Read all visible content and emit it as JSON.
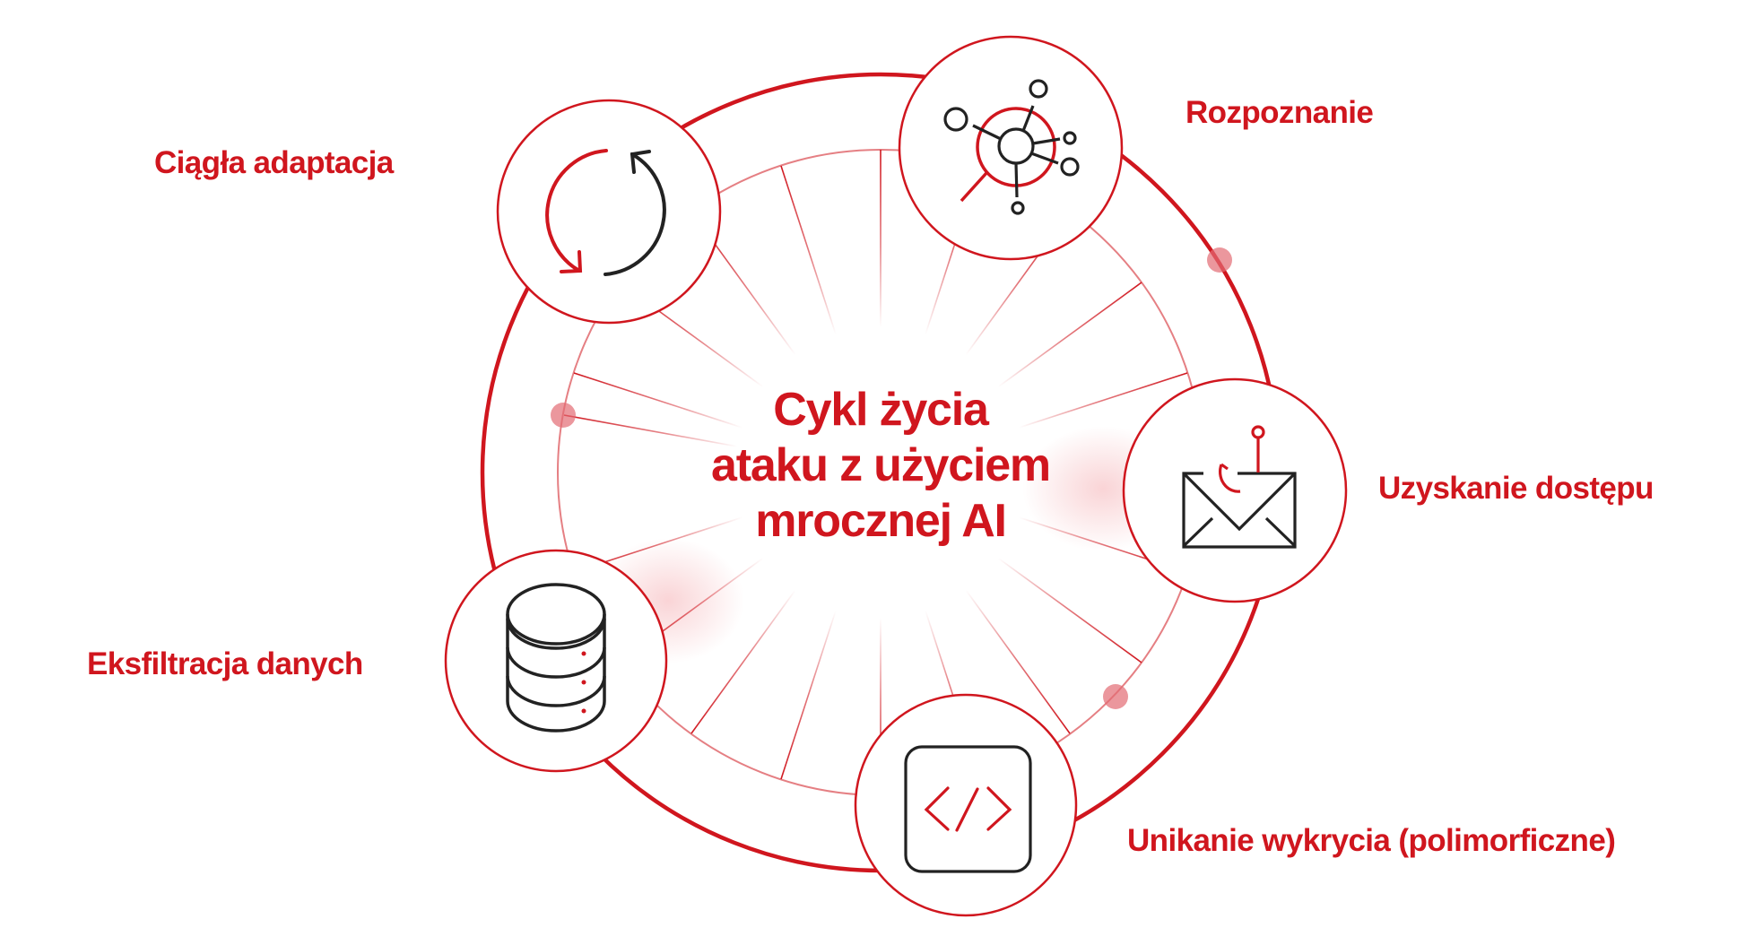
{
  "diagram": {
    "title_lines": [
      "Cykl życia",
      "ataku z użyciem",
      "mrocznej AI"
    ],
    "accent_color": "#d0161e",
    "icon_stroke_color": "#222222",
    "stages": [
      {
        "id": "recon",
        "label": "Rozpoznanie",
        "icon": "network-target-icon"
      },
      {
        "id": "access",
        "label": "Uzyskanie dostępu",
        "icon": "phishing-envelope-icon"
      },
      {
        "id": "evasion",
        "label": "Unikanie wykrycia (polimorficzne)",
        "icon": "code-icon"
      },
      {
        "id": "exfiltration",
        "label": "Eksfiltracja danych",
        "icon": "database-icon"
      },
      {
        "id": "adaptation",
        "label": "Ciągła adaptacja",
        "icon": "refresh-cycle-icon"
      }
    ]
  }
}
